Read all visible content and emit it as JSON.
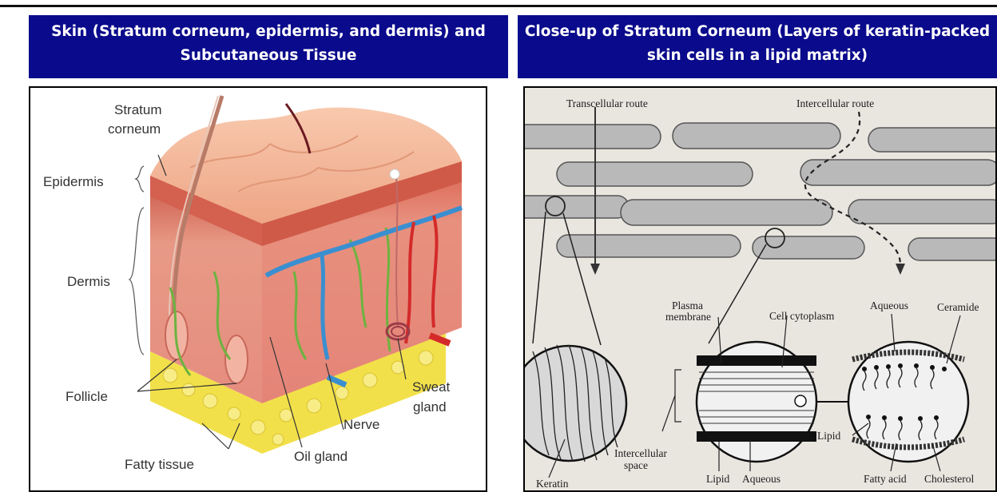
{
  "left": {
    "title_line1": "Skin (Stratum corneum, epidermis, and dermis) and",
    "title_line2": "Subcutaneous Tissue",
    "labels": {
      "stratum": "Stratum",
      "corneum": "corneum",
      "epidermis": "Epidermis",
      "dermis": "Dermis",
      "follicle": "Follicle",
      "sweat": "Sweat",
      "gland": "gland",
      "nerve": "Nerve",
      "oil_gland": "Oil gland",
      "fatty_tissue": "Fatty tissue"
    }
  },
  "right": {
    "title_line1": "Close-up of Stratum Corneum (Layers of keratin-packed",
    "title_line2": "skin cells in a lipid matrix)",
    "labels": {
      "transcellular": "Transcellular route",
      "intercellular_route": "Intercellular route",
      "plasma": "Plasma",
      "membrane": "membrane",
      "cell_cytoplasm": "Cell cytoplasm",
      "aqueous_top": "Aqueous",
      "ceramide": "Ceramide",
      "lipid_right": "Lipid",
      "intercellular": "Intercellular",
      "space": "space",
      "lipid_bottom": "Lipid",
      "aqueous_bottom": "Aqueous",
      "fatty_acid": "Fatty acid",
      "cholesterol": "Cholesterol",
      "keratin": "Keratin"
    }
  },
  "colors": {
    "banner": "#0a0a8c",
    "skin_top": "#f4b89a",
    "dermis": "#e8877a",
    "fat": "#f2e04a",
    "nerve": "#6db33f",
    "vein": "#3a8fd0",
    "artery": "#d42a2a",
    "cell": "#b9b9b9"
  }
}
